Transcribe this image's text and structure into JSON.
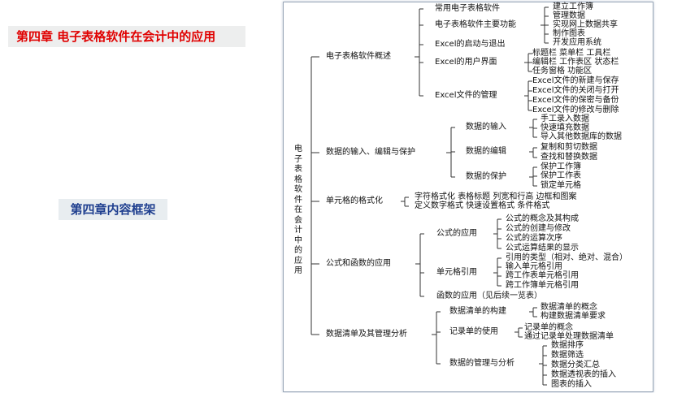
{
  "title": "第四章  电子表格软件在会计中的应用",
  "subtitle": "第四章内容框架",
  "diagram": {
    "root": "电子表格软件在会计中的应用",
    "sections": [
      {
        "name": "电子表格软件概述",
        "children": [
          {
            "name": "常用电子表格软件",
            "items": []
          },
          {
            "name": "电子表格软件主要功能",
            "items": [
              "建立工作簿",
              "管理数据",
              "实现网上数据共享",
              "制作图表",
              "开发应用系统"
            ]
          },
          {
            "name": "Excel的启动与退出",
            "items": []
          },
          {
            "name": "Excel的用户界面",
            "items": [
              "标题栏  菜单栏    工具栏",
              "编辑栏  工作表区  状态栏",
              "任务窗格  功能区"
            ]
          },
          {
            "name": "Excel文件的管理",
            "items": [
              "Excel文件的新建与保存",
              "Excel文件的关闭与打开",
              "Excel文件的保密与备份",
              "Excel文件的修改与删除"
            ]
          }
        ]
      },
      {
        "name": "数据的输入、编辑与保护",
        "children": [
          {
            "name": "数据的输入",
            "items": [
              "手工录入数据",
              "快速填充数据",
              "导入其他数据库的数据"
            ]
          },
          {
            "name": "数据的编辑",
            "items": [
              "复制和剪切数据",
              "查找和替换数据"
            ]
          },
          {
            "name": "数据的保护",
            "items": [
              "保护工作簿",
              "保护工作表",
              "锁定单元格"
            ]
          }
        ]
      },
      {
        "name": "单元格的格式化",
        "lines": [
          "字符格式化    表格标题  列宽和行高  边框和图案",
          "定义数字格式  快速设置格式  条件格式"
        ]
      },
      {
        "name": "公式和函数的应用",
        "children": [
          {
            "name": "公式的应用",
            "items": [
              "公式的概念及其构成",
              "公式的创建与修改",
              "公式的运算次序",
              "公式运算结果的显示"
            ]
          },
          {
            "name": "单元格引用",
            "items": [
              "引用的类型（相对、绝对、混合）",
              "输入单元格引用",
              "跨工作表单元格引用",
              "跨工作簿单元格引用"
            ]
          },
          {
            "name": "函数的应用（见后续一览表）",
            "items": []
          }
        ]
      },
      {
        "name": "数据清单及其管理分析",
        "children": [
          {
            "name": "数据清单的构建",
            "items": [
              "数据清单的概念",
              "构建数据清单要求"
            ]
          },
          {
            "name": "记录单的使用",
            "items": [
              "记录单的概念",
              "通过记录单处理数据清单"
            ]
          },
          {
            "name": "数据的管理与分析",
            "items": [
              "数据排序",
              "数据筛选",
              "数据分类汇总",
              "数据透视表的插入",
              "图表的插入"
            ]
          }
        ]
      }
    ]
  }
}
